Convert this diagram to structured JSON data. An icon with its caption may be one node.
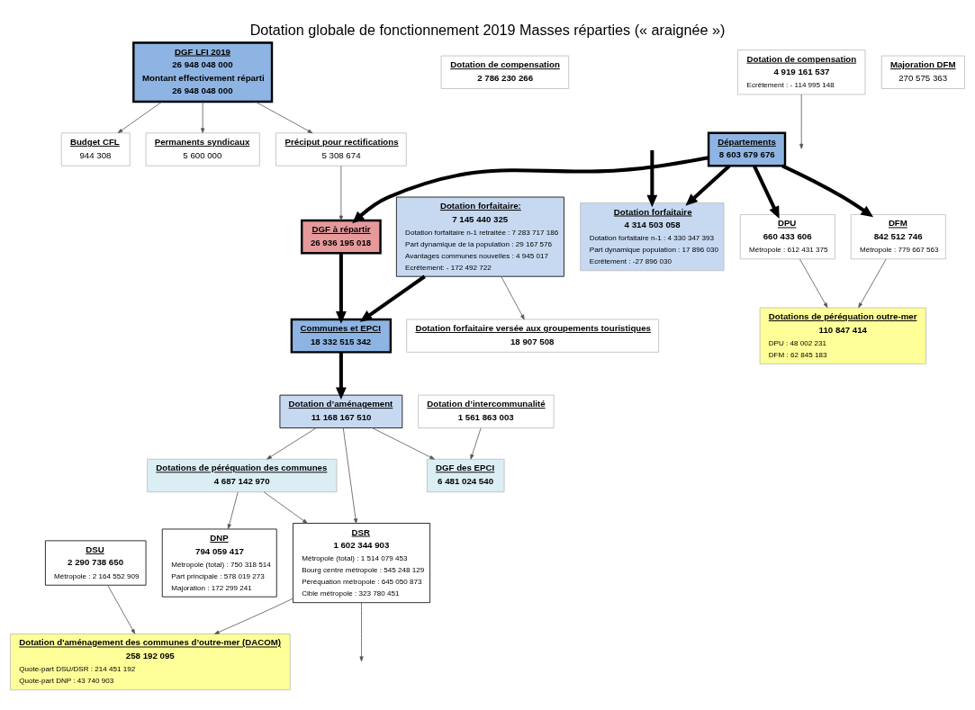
{
  "diagram": {
    "title": "Dotation globale de fonctionnement 2019 Masses réparties (« araignée »)",
    "nodes": [
      {
        "text": [
          "DGF LFI 2019",
          "26 948 048 000",
          "Montant effectivement réparti",
          "26 948 048 000"
        ]
      },
      {
        "text": [
          "Budget CFL",
          "944 308"
        ]
      },
      {
        "text": [
          "Permanents syndicaux",
          "5 600 000"
        ]
      },
      {
        "text": [
          "Préciput pour rectifications",
          "5 308 674"
        ]
      },
      {
        "text": [
          "DGF à répartir",
          "26 936 195 018"
        ]
      },
      {
        "text": [
          "Départements",
          "8 603 679 676"
        ]
      },
      {
        "text": [
          "Dotation de compensation",
          "2 786 230 266"
        ]
      },
      {
        "text": [
          "Dotation forfaitaire",
          "4 314 503 058",
          "Dotation forfaitaire n-1 : 4 330 347 393",
          "Part dynamique population : 17 896 030",
          "Ecrêtement : -27 896 030"
        ]
      },
      {
        "text": [
          "DPU",
          "660 433 606",
          "Métropole : 612 431 375"
        ]
      },
      {
        "text": [
          "DFM",
          "842 512 746",
          "Métropole : 779 667 563"
        ]
      },
      {
        "text": [
          "Dotations de péréquation outre-mer",
          "110 847 414",
          "DPU : 48 002 231",
          "DFM : 62 845 183"
        ]
      },
      {
        "text": [
          "Dotation forfaitaire:",
          "7 145 440 325",
          "Dotation forfaitaire n-1 retraitée : 7 283 717 186",
          "Part dynamique de la population : 29 167 576",
          "Avantages communes nouvelles : 4 945 017",
          "Ecrêtement: - 172 492 722"
        ]
      },
      {
        "text": [
          "Communes et EPCI",
          "18 332 515 342"
        ]
      },
      {
        "text": [
          "Dotation forfaitaire versée aux groupements touristiques",
          "18 907 508"
        ]
      },
      {
        "text": [
          "Dotation d’aménagement",
          "11 168 167 510"
        ]
      },
      {
        "text": [
          "DSU",
          "2 290 738 650",
          "Métropole : 2 164 552 909"
        ]
      },
      {
        "text": [
          "DSR",
          "1 602 344 903",
          "Métropole (total) : 1 514 079 453",
          "Bourg centre métropole : 545 248 129",
          "Péréquation métropole : 645 050 873",
          "Cible métropole : 323 780 451"
        ]
      },
      {
        "text": [
          "DNP",
          "794 059 417",
          "Métropole (total) : 750 318 514",
          "Part principale : 578 019 273",
          "Majoration : 172 299 241"
        ]
      },
      {
        "text": [
          "Dotation d'aménagement des communes d’outre-mer (DACOM)",
          "258 192 095",
          "Quote-part DSU/DSR : 214 451 192",
          "Quote-part DNP : 43 740 903"
        ]
      },
      {
        "text": [
          "Dotation d’intercommunalité",
          "1 561 863 003"
        ]
      },
      {
        "text": [
          "DGF des EPCI",
          "6 481 024 540"
        ]
      },
      {
        "text": [
          "Dotations de péréquation des communes",
          "4 687 142 970"
        ]
      },
      {
        "text": [
          "Dotation de compensation",
          "4 919 161 537",
          "Ecrêtement : - 114 995 148"
        ]
      },
      {
        "text": [
          "Majoration DFM",
          "270 575 363"
        ]
      }
    ],
    "edges": [
      {
        "from": 0,
        "to": 1,
        "arrow": "to"
      },
      {
        "from": 0,
        "to": 2,
        "arrow": "to"
      },
      {
        "from": 0,
        "to": 3,
        "arrow": "to"
      },
      {
        "from": 3,
        "to": 4,
        "arrow": "to"
      },
      {
        "from": 5,
        "to": 4,
        "arrow": "to",
        "style": "thick"
      },
      {
        "from": 4,
        "to": 12,
        "arrow": "to",
        "style": "thick"
      },
      {
        "from": null,
        "to": 7,
        "arrow": "to",
        "style": "thick"
      },
      {
        "from": 5,
        "to": 7,
        "arrow": "to",
        "style": "thick"
      },
      {
        "from": 5,
        "to": 8,
        "arrow": "to",
        "style": "thick"
      },
      {
        "from": 5,
        "to": 9,
        "arrow": "to",
        "style": "thick"
      },
      {
        "from": 8,
        "to": 10,
        "arrow": "to"
      },
      {
        "from": 9,
        "to": 10,
        "arrow": "to"
      },
      {
        "from": 11,
        "to": 12,
        "arrow": "to",
        "style": "thick"
      },
      {
        "from": 11,
        "to": 13,
        "arrow": "to"
      },
      {
        "from": 12,
        "to": 14,
        "arrow": "to",
        "style": "thick"
      },
      {
        "from": 14,
        "to": 20,
        "arrow": "to"
      },
      {
        "from": 14,
        "to": 21,
        "arrow": "to"
      },
      {
        "from": 14,
        "to": 16,
        "arrow": "to"
      },
      {
        "from": 21,
        "to": 16,
        "arrow": "to"
      },
      {
        "from": 21,
        "to": 17,
        "arrow": "to"
      },
      {
        "from": 15,
        "to": 18,
        "arrow": "to"
      },
      {
        "from": 16,
        "to": 18,
        "arrow": "to"
      },
      {
        "from": 16,
        "to": null,
        "arrow": "to"
      },
      {
        "from": 19,
        "to": 20,
        "arrow": "to"
      },
      {
        "from": 22,
        "to": null,
        "arrow": "to"
      }
    ]
  }
}
